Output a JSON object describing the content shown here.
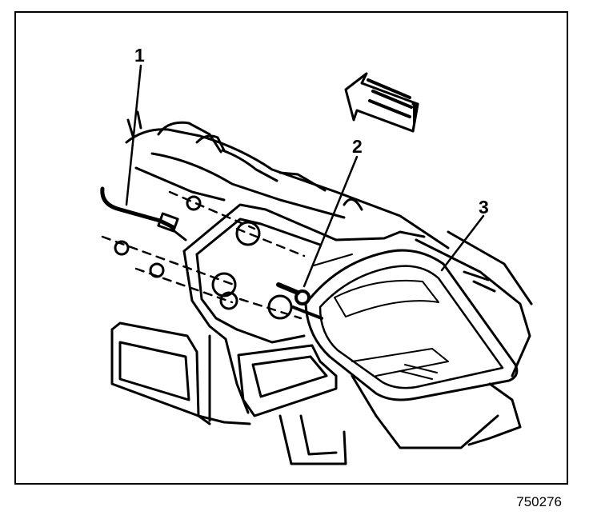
{
  "callouts": [
    {
      "id": "1",
      "label": "1"
    },
    {
      "id": "2",
      "label": "2"
    },
    {
      "id": "3",
      "label": "3"
    }
  ],
  "figure_number": "750276",
  "colors": {
    "ink": "#000000",
    "paper": "#ffffff"
  }
}
